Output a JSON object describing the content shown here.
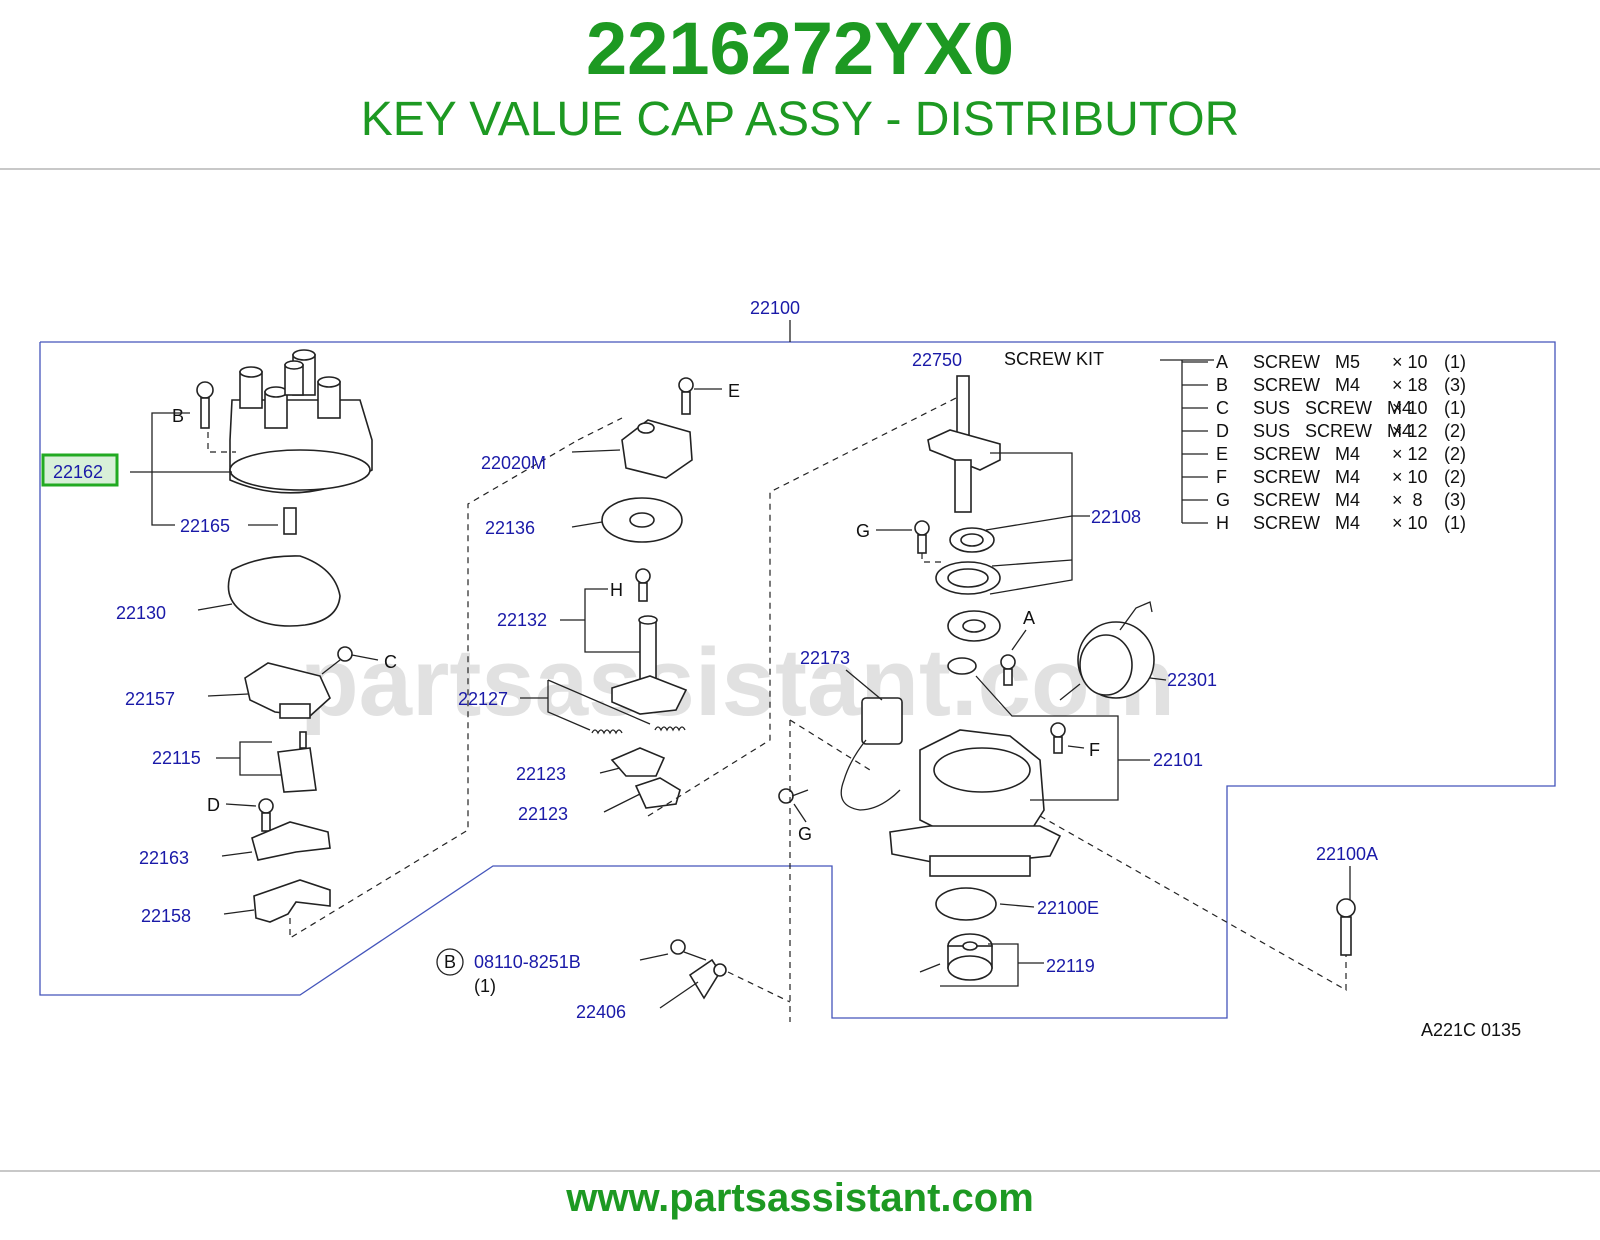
{
  "header": {
    "part_number": "2216272YX0",
    "part_name": "KEY VALUE CAP ASSY - DISTRIBUTOR"
  },
  "diagram": {
    "labels": {
      "l22100": "22100",
      "l22162": "22162",
      "l22165": "22165",
      "l22130": "22130",
      "l22157": "22157",
      "l22115": "22115",
      "l22163": "22163",
      "l22158": "22158",
      "l22020M": "22020M",
      "l22136": "22136",
      "l22132": "22132",
      "l22127": "22127",
      "l22123a": "22123",
      "l22123b": "22123",
      "l22750": "22750",
      "l22108": "22108",
      "l22173": "22173",
      "l22301": "22301",
      "l22101": "22101",
      "l22100E": "22100E",
      "l22119": "22119",
      "l22100A": "22100A",
      "l08110": "08110-8251B",
      "l08110_qty": "(1)",
      "l22406": "22406",
      "callout_b_circle": "B"
    },
    "letters": {
      "B": "B",
      "C": "C",
      "D": "D",
      "E": "E",
      "H": "H",
      "G1": "G",
      "G2": "G",
      "A": "A",
      "F": "F"
    },
    "screw_kit": {
      "title": "SCREW   KIT",
      "items": [
        {
          "code": "A",
          "desc": "SCREW   M5",
          "size": "× 10",
          "qty": "(1)"
        },
        {
          "code": "B",
          "desc": "SCREW   M4",
          "size": "× 18",
          "qty": "(3)"
        },
        {
          "code": "C",
          "desc": "SUS   SCREW   M4",
          "size": "× 10",
          "qty": "(1)"
        },
        {
          "code": "D",
          "desc": "SUS   SCREW   M4",
          "size": "× 12",
          "qty": "(2)"
        },
        {
          "code": "E",
          "desc": "SCREW   M4",
          "size": "× 12",
          "qty": "(2)"
        },
        {
          "code": "F",
          "desc": "SCREW   M4",
          "size": "× 10",
          "qty": "(2)"
        },
        {
          "code": "G",
          "desc": "SCREW   M4",
          "size": "×  8",
          "qty": "(3)"
        },
        {
          "code": "H",
          "desc": "SCREW   M4",
          "size": "× 10",
          "qty": "(1)"
        }
      ]
    },
    "diagram_code": "A221C   0135",
    "watermark": "partsassistant.com",
    "highlight_color": "#22aa22"
  },
  "footer": {
    "url": "www.partsassistant.com"
  }
}
